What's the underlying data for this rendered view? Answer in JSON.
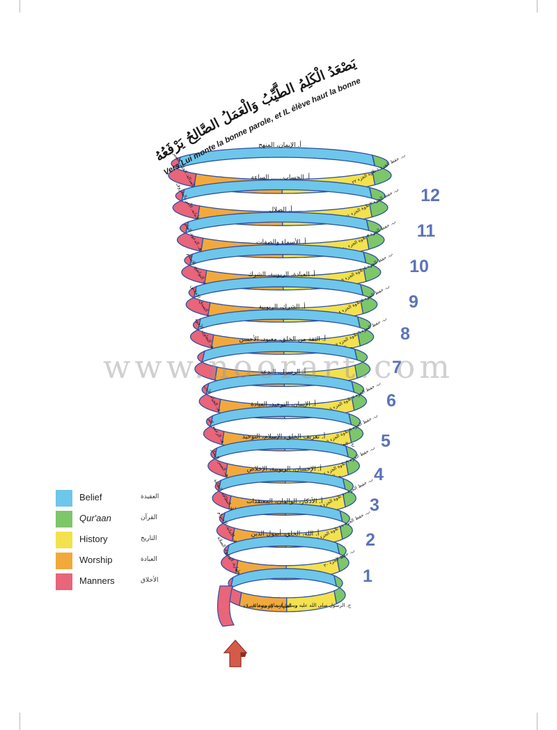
{
  "verse": {
    "arabic": "إِلَيْهِ يَصْعَدُ الْكَلِمُ الطَّيِّبُ وَالْعَمَلُ الصَّالِحُ يَرْفَعُهُ",
    "french": "Vers Lui monte la bonne parole, et IL élève haut la bonne action."
  },
  "watermark": "www.noorart.com",
  "colors": {
    "belief": "#6ec6ea",
    "quran": "#7dc66a",
    "history": "#f3e14e",
    "worship": "#f2a93b",
    "manners": "#e8657a",
    "border": "#2c4fa3",
    "number": "#5b73b8",
    "arrow": "#d65a4a"
  },
  "legend": [
    {
      "color_key": "belief",
      "label": "Belief",
      "label_ar": "العقيدة"
    },
    {
      "color_key": "quran",
      "label": "Qur'aan",
      "label_ar": "القرآن"
    },
    {
      "color_key": "history",
      "label": "History",
      "label_ar": "التاريخ"
    },
    {
      "color_key": "worship",
      "label": "Worship",
      "label_ar": "العبادة"
    },
    {
      "color_key": "manners",
      "label": "Manners",
      "label_ar": "الأخلاق"
    }
  ],
  "levels": [
    {
      "number": "12",
      "belief": "أ. الإيمان، المنهج",
      "history": "",
      "worship": "",
      "quran": "ب. حفظ الجزء ١ تلاوة الجزء ٢٢ و٢٣",
      "manners": "هـ. العدالة، الحلم، الصبر"
    },
    {
      "number": "11",
      "belief": "أ. الحساب...... الساعة",
      "history": "ج. مكة، العثمانيون، المعاصر",
      "worship": "د. الأسرة، الزواج، الأولى",
      "quran": "ب. حفظ الجزء ٢ تلاوة الجزء ٢١",
      "manners": "هـ. الأمانة، الأمر بالمعروف"
    },
    {
      "number": "10",
      "belief": "أ. الضلال",
      "history": "ج. أحد، الخندق، العباسيون",
      "worship": "د. الصيام، المعاملات، الضروريات",
      "quran": "ب. حفظ الجزء ٣ تلاوة الجزء ٢٠",
      "manners": "هـ. الدعوة، العلم"
    },
    {
      "number": "9",
      "belief": "أ. الأسماء والصفات",
      "history": "ج. بدر، الأمويون",
      "worship": "د. النافلة، الضروريات، اليسر",
      "quran": "ب. حفظ الجزء ٤ تلاوة الجزء ١٩",
      "manners": "هـ. التواضع، الإسلام"
    },
    {
      "number": "8",
      "belief": "أ. العبادة، الربوبية، الشرك",
      "history": "ج. الرسول، خالد ابن الوليد، أهل البيت",
      "worship": "د. الصيام، المستقر، الزكاة",
      "quran": "ب. حفظ الجزء ٥ تلاوة الجزء ١٨",
      "manners": "هـ. الصدق، الإخلاص"
    },
    {
      "number": "7",
      "belief": "أ. الشرك، الربوبية",
      "history": "ج. الرسول، عبدالله ابن عمر، أمهات المؤمنين",
      "worship": "د. الطهارة، الأعياد، الكسوف",
      "quran": "ب. حفظ الجزء ٦ تلاوة الجزء ١٧",
      "manners": "هـ. التعاون، الأخوة"
    },
    {
      "number": "",
      "belief": "أ. الثقة من الخلق، معبود، الأحسن",
      "history": "ج. البلوغ، الصلاة، الجنازة",
      "worship": "",
      "quran": "",
      "manners": ""
    },
    {
      "number": "6",
      "belief": "أ. الرسول، البدعة",
      "history": "",
      "worship": "",
      "quran": "ب. حفظ الجزء ٧ تلاوة الجزء ١٦",
      "manners": "هـ. الحياء، الأدب"
    },
    {
      "number": "5",
      "belief": "أ. الإيمان، التوحيد، العبادة",
      "history": "ج. المسجد، عثمان ابن عفان، علي ابن أبي طالب",
      "worship": "د. الصيام، الحج",
      "quran": "ب. حفظ الجزء ٨ تلاوة الجزء ١٥",
      "manners": "هـ. الرحمة، البر"
    },
    {
      "number": "4",
      "belief": "أ. تعريف الخلق، الإسلام، التوحيد",
      "history": "ج. المدينة، الهجرة، عمر ابن الخطاب",
      "worship": "د. الصيام، الحج",
      "quran": "ب. حفظ الجزء ٩ تلاوة الجزء ١٤",
      "manners": "هـ. الصبر، الشكر"
    },
    {
      "number": "3",
      "belief": "أ. الإحسان، الربوبية، الإخلاص",
      "history": "ج. المعراج، الطفولة، أبوبكر",
      "worship": "د. الصلاة، الشرائع، الواجبات، النوافل",
      "quran": "ب. حفظ الجزء ١٠ تلاوة الجزء ١٣",
      "manners": "هـ. النظافة، الطاعة"
    },
    {
      "number": "2",
      "belief": "أ. الأذكار، الوالدان، المعتقدات",
      "history": "ج. الغار، الوحي، الفيل",
      "worship": "د. الوضوء، الصلاة، المساجد",
      "quran": "ب. حفظ الجزء ١١ تلاوة الجزء ١٢",
      "manners": "هـ. الأمانة، الاحترام"
    },
    {
      "number": "1",
      "belief": "أ. الله، الخلق، أصول الدين",
      "history": "ج. الصدق، الإخلاص",
      "worship": "د. الوضوء، الصلاة",
      "quran": "ب. حفظ الجزء ٣٠",
      "manners": "هـ. الطهارة، الوضوء، الصلاة"
    },
    {
      "number": "",
      "belief": "",
      "history": "ج. الرسول صلى الله عليه وسلم، أسماؤه وصفاته",
      "worship": "د. الطهارة، الوضوء، الصلاة",
      "quran": "",
      "manners": ""
    }
  ]
}
